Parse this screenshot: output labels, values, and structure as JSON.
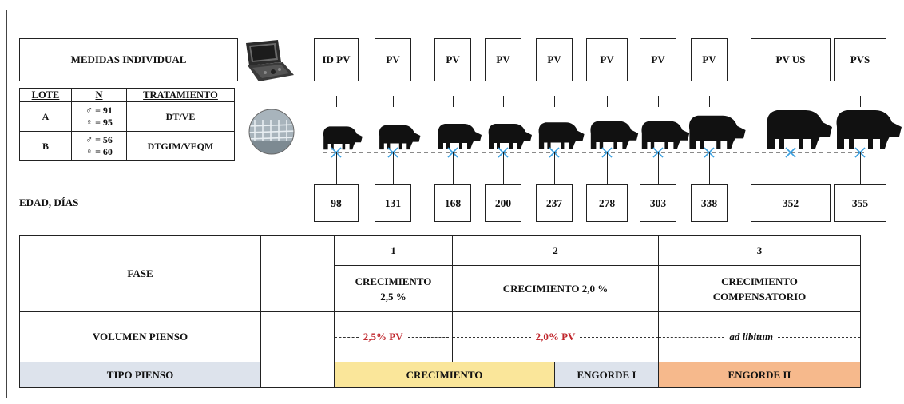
{
  "header": {
    "medidas_label": "MEDIDAS INDIVIDUAL",
    "edad_label": "EDAD, DÍAS"
  },
  "lote_table": {
    "headers": [
      "LOTE",
      "N",
      "TRATAMIENTO"
    ],
    "rows": [
      {
        "lote": "A",
        "n_male": "♂ = 91",
        "n_female": "♀ = 95",
        "tratamiento": "DT/VE"
      },
      {
        "lote": "B",
        "n_male": "♂ = 56",
        "n_female": "♀ = 60",
        "tratamiento": "DTGIM/VEQM"
      }
    ]
  },
  "timeline": {
    "measures": [
      "ID PV",
      "PV",
      "PV",
      "PV",
      "PV",
      "PV",
      "PV",
      "PV",
      "PV US",
      "PVS"
    ],
    "ages": [
      "98",
      "131",
      "168",
      "200",
      "237",
      "278",
      "303",
      "338",
      "352",
      "355"
    ],
    "marker_color": "#3aa0e0"
  },
  "fase_table": {
    "fase_label": "FASE",
    "volumen_label": "VOLUMEN PIENSO",
    "tipo_label": "TIPO PIENSO",
    "phase_numbers": [
      "1",
      "2",
      "3"
    ],
    "phase_names": [
      "CRECIMIENTO 2,5 %",
      "CRECIMIENTO 2,0 %",
      "CRECIMIENTO COMPENSATORIO"
    ],
    "volumen": [
      "2,5% PV",
      "2,0% PV",
      "ad libitum"
    ],
    "tipo": [
      "CRECIMIENTO",
      "ENGORDE I",
      "ENGORDE II"
    ],
    "colors": {
      "tipo_label_bg": "#dde3ec",
      "crecimiento_bg": "#fae69a",
      "engorde1_bg": "#dde3ec",
      "engorde2_bg": "#f6b98c",
      "volumen_text": "#c0262c"
    }
  }
}
